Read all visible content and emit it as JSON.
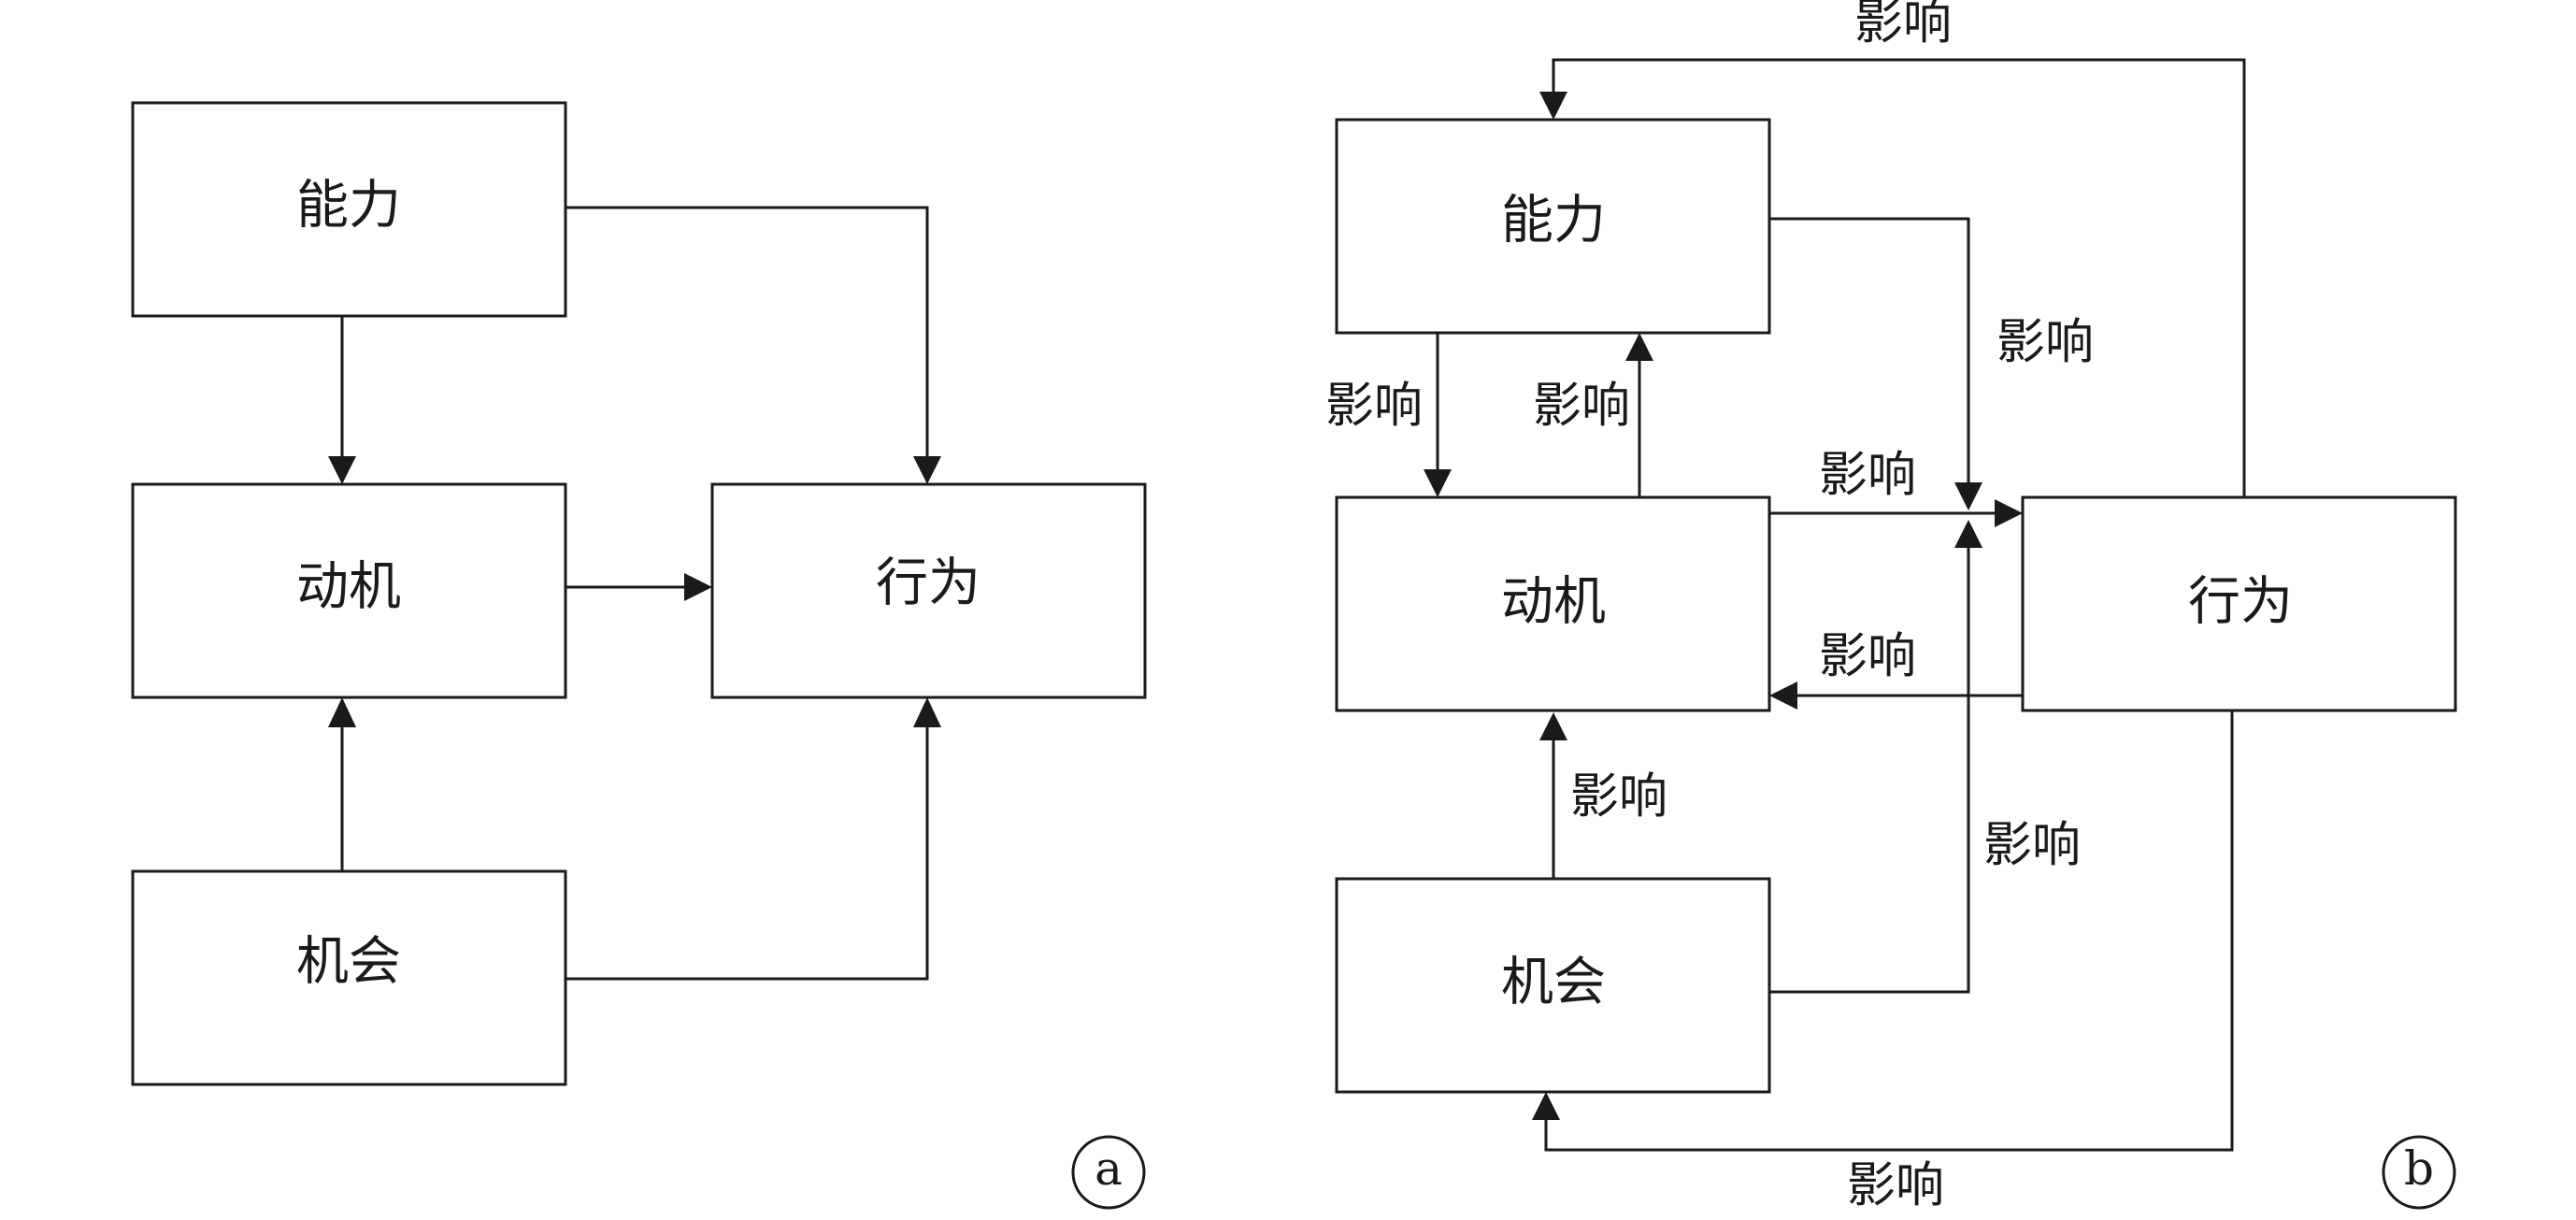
{
  "panel_a": {
    "badge": "a",
    "nodes": {
      "ability": "能力",
      "motivation": "动机",
      "opportunity": "机会",
      "behavior": "行为"
    }
  },
  "panel_b": {
    "badge": "b",
    "nodes": {
      "ability": "能力",
      "motivation": "动机",
      "opportunity": "机会",
      "behavior": "行为"
    },
    "edge_labels": {
      "behavior_to_ability": "影响",
      "ability_to_motivation": "影响",
      "motivation_to_ability": "影响",
      "ability_to_behavior": "影响",
      "motivation_to_behavior": "影响",
      "behavior_to_motivation": "影响",
      "opportunity_to_motivation": "影响",
      "opportunity_to_behavior": "影响",
      "behavior_to_opportunity": "影响"
    }
  }
}
